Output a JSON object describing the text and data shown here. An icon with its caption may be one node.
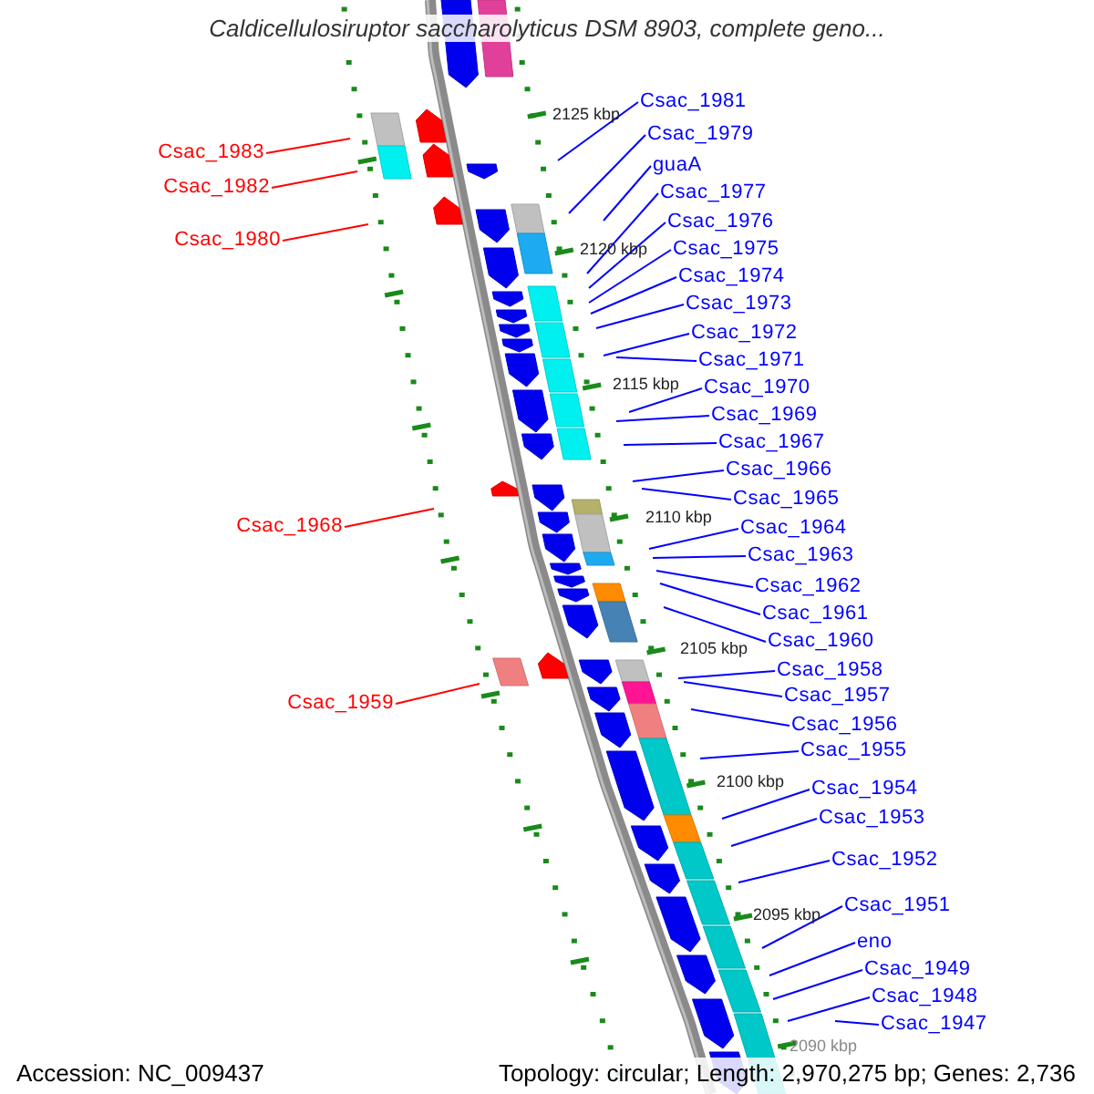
{
  "diagram": {
    "title": "Caldicellulosiruptor saccharolyticus DSM 8903, complete geno...",
    "nodes": [
      {
        "text": [
          "Csac_1981"
        ]
      },
      {
        "text": [
          "Csac_1979"
        ]
      },
      {
        "text": [
          "Csac_1983"
        ]
      },
      {
        "text": [
          "guaA"
        ]
      },
      {
        "text": [
          "Csac_1982"
        ]
      },
      {
        "text": [
          "Csac_1977"
        ]
      },
      {
        "text": [
          "Csac_1976"
        ]
      },
      {
        "text": [
          "Csac_1980"
        ]
      },
      {
        "text": [
          "Csac_1975"
        ]
      },
      {
        "text": [
          "Csac_1974"
        ]
      },
      {
        "text": [
          "Csac_1973"
        ]
      },
      {
        "text": [
          "Csac_1972"
        ]
      },
      {
        "text": [
          "Csac_1971"
        ]
      },
      {
        "text": [
          "Csac_1970"
        ]
      },
      {
        "text": [
          "Csac_1969"
        ]
      },
      {
        "text": [
          "Csac_1967"
        ]
      },
      {
        "text": [
          "Csac_1966"
        ]
      },
      {
        "text": [
          "Csac_1965"
        ]
      },
      {
        "text": [
          "Csac_1968"
        ]
      },
      {
        "text": [
          "Csac_1964"
        ]
      },
      {
        "text": [
          "Csac_1963"
        ]
      },
      {
        "text": [
          "Csac_1962"
        ]
      },
      {
        "text": [
          "Csac_1961"
        ]
      },
      {
        "text": [
          "Csac_1960"
        ]
      },
      {
        "text": [
          "Csac_1958"
        ]
      },
      {
        "text": [
          "Csac_1957"
        ]
      },
      {
        "text": [
          "Csac_1959"
        ]
      },
      {
        "text": [
          "Csac_1956"
        ]
      },
      {
        "text": [
          "Csac_1955"
        ]
      },
      {
        "text": [
          "Csac_1954"
        ]
      },
      {
        "text": [
          "Csac_1953"
        ]
      },
      {
        "text": [
          "Csac_1952"
        ]
      },
      {
        "text": [
          "Csac_1951"
        ]
      },
      {
        "text": [
          "eno"
        ]
      },
      {
        "text": [
          "Csac_1949"
        ]
      },
      {
        "text": [
          "Csac_1948"
        ]
      },
      {
        "text": [
          "Csac_1947"
        ]
      }
    ],
    "edges": [
      {
        "from": 0,
        "to": null,
        "arrow": "none"
      },
      {
        "from": 1,
        "to": null,
        "arrow": "none"
      },
      {
        "from": 2,
        "to": null,
        "arrow": "none",
        "color": "#ff0000"
      },
      {
        "from": 3,
        "to": null,
        "arrow": "none"
      },
      {
        "from": 4,
        "to": null,
        "arrow": "none",
        "color": "#ff0000"
      },
      {
        "from": 5,
        "to": null,
        "arrow": "none"
      },
      {
        "from": 6,
        "to": null,
        "arrow": "none"
      },
      {
        "from": 7,
        "to": null,
        "arrow": "none",
        "color": "#ff0000"
      },
      {
        "from": 8,
        "to": null,
        "arrow": "none"
      },
      {
        "from": 9,
        "to": null,
        "arrow": "none"
      },
      {
        "from": 10,
        "to": null,
        "arrow": "none"
      },
      {
        "from": 11,
        "to": null,
        "arrow": "none"
      },
      {
        "from": 12,
        "to": null,
        "arrow": "none"
      },
      {
        "from": 13,
        "to": null,
        "arrow": "none"
      },
      {
        "from": 14,
        "to": null,
        "arrow": "none"
      },
      {
        "from": 15,
        "to": null,
        "arrow": "none"
      },
      {
        "from": 16,
        "to": null,
        "arrow": "none"
      },
      {
        "from": 17,
        "to": null,
        "arrow": "none"
      },
      {
        "from": 18,
        "to": null,
        "arrow": "none",
        "color": "#ff0000"
      },
      {
        "from": 19,
        "to": null,
        "arrow": "none"
      },
      {
        "from": 20,
        "to": null,
        "arrow": "none"
      },
      {
        "from": 21,
        "to": null,
        "arrow": "none"
      },
      {
        "from": 22,
        "to": null,
        "arrow": "none"
      },
      {
        "from": 23,
        "to": null,
        "arrow": "none"
      },
      {
        "from": 24,
        "to": null,
        "arrow": "none"
      },
      {
        "from": 25,
        "to": null,
        "arrow": "none"
      },
      {
        "from": 26,
        "to": null,
        "arrow": "none",
        "color": "#ff0000"
      },
      {
        "from": 27,
        "to": null,
        "arrow": "none"
      },
      {
        "from": 28,
        "to": null,
        "arrow": "none"
      },
      {
        "from": 29,
        "to": null,
        "arrow": "none"
      },
      {
        "from": 30,
        "to": null,
        "arrow": "none"
      },
      {
        "from": 31,
        "to": null,
        "arrow": "none"
      },
      {
        "from": 32,
        "to": null,
        "arrow": "none"
      },
      {
        "from": 33,
        "to": null,
        "arrow": "none"
      },
      {
        "from": 34,
        "to": null,
        "arrow": "none"
      },
      {
        "from": 35,
        "to": null,
        "arrow": "none"
      },
      {
        "from": 36,
        "to": null,
        "arrow": "none"
      }
    ],
    "labels": [
      "2125 kbp",
      "2120 kbp",
      "2115 kbp",
      "2110 kbp",
      "2105 kbp",
      "2100 kbp",
      "2095 kbp",
      "2090 kbp",
      "Accession: NC_009437",
      "Topology: circular; Length: 2,970,275 bp; Genes: 2,736"
    ]
  }
}
